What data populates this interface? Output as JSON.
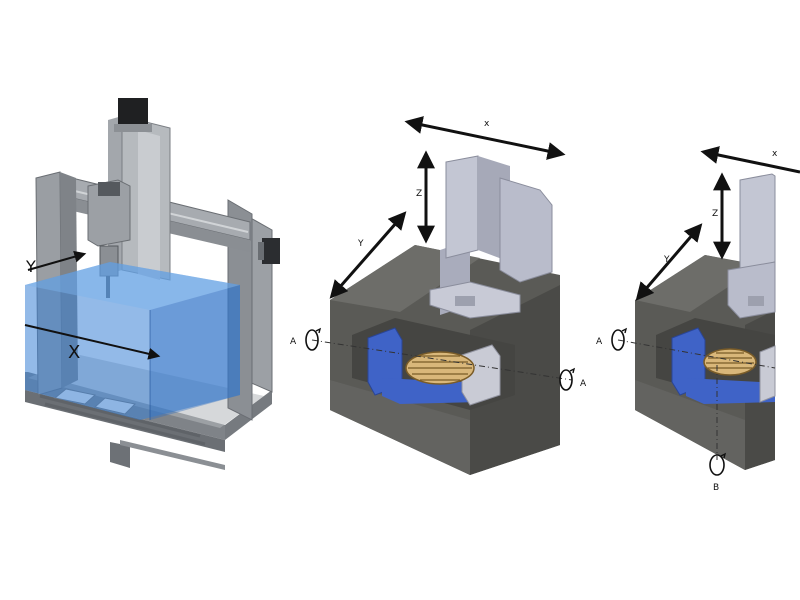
{
  "panels": {
    "left": {
      "axis_x": "X",
      "axis_y": "Y"
    },
    "middle": {
      "axis_x": "x",
      "axis_y": "Y",
      "axis_z": "Z",
      "rot_a_left": "A",
      "rot_a_right": "A"
    },
    "right": {
      "axis_x": "x",
      "axis_y": "Y",
      "axis_z": "Z",
      "rot_a_left": "A",
      "rot_b": "B"
    }
  },
  "colors": {
    "frame": "#8e9297",
    "frame_dark": "#5d6166",
    "workspace": "#3b82d6",
    "base": "#5a5a56",
    "base_light": "#6d6d69",
    "spindle": "#b9bccb",
    "table": "#3f63c7",
    "plate": "#d9b77a",
    "arrow": "#111111"
  }
}
